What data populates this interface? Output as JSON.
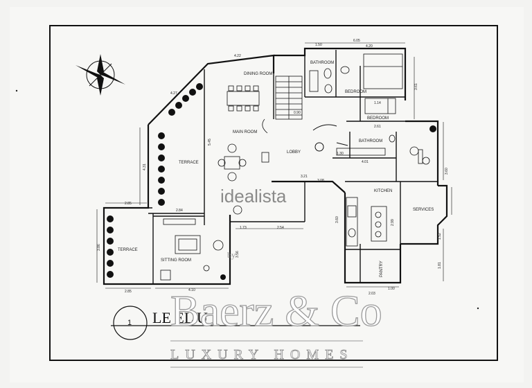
{
  "plan": {
    "rooms": {
      "dining": "DINING ROOM",
      "bathroom_top": "BATHROOM",
      "bedroom_top": "BEDROOM",
      "bedroom_mid": "BEDROOM",
      "main_room": "MAIN ROOM",
      "lobby": "LOBBY",
      "bathroom_mid": "BATHROOM",
      "terrace_upper": "TERRACE",
      "kitchen": "KITCHEN",
      "services": "SERVICES",
      "terrace_left": "TERRACE",
      "sitting_room": "SITTING ROOM",
      "pantry": "PANTRY"
    },
    "dimensions": {
      "d_top_1": "1.50",
      "d_top_2": "6.05",
      "d_top_3": "4.20",
      "d_dining": "4.22",
      "d_left_diag": "4.27",
      "d_main": "5.45",
      "d_terr_h": "4.31",
      "d_terr_w": "2.84",
      "d_lobby": "3.21",
      "d_k1": "3.08",
      "d_bath": "4.01",
      "d_p1": "1.30",
      "d_tl_w": "2.85",
      "d_tl_w2": "2.85",
      "d_tl_h": "3.86",
      "d_sit": "3.56",
      "d_sit_w": "4.10",
      "d_173": "1.73",
      "d_254": "2.54",
      "d_k2": "2.99",
      "d_k3": "3.60",
      "d_100": "1.00",
      "d_203": "2.03",
      "d_181": "1.81",
      "d_152": "1.52",
      "d_bed": "3.61",
      "d_090": "0.90",
      "d_360": "3.60",
      "d_114": "1.14",
      "d_261": "2.61"
    },
    "watermark": {
      "brand": "idealista",
      "by": "by"
    },
    "level_number": "1",
    "level_title": "LE  EL  U"
  },
  "brand": {
    "name": "Baerz & Co",
    "tagline": "LUXURY HOMES"
  }
}
